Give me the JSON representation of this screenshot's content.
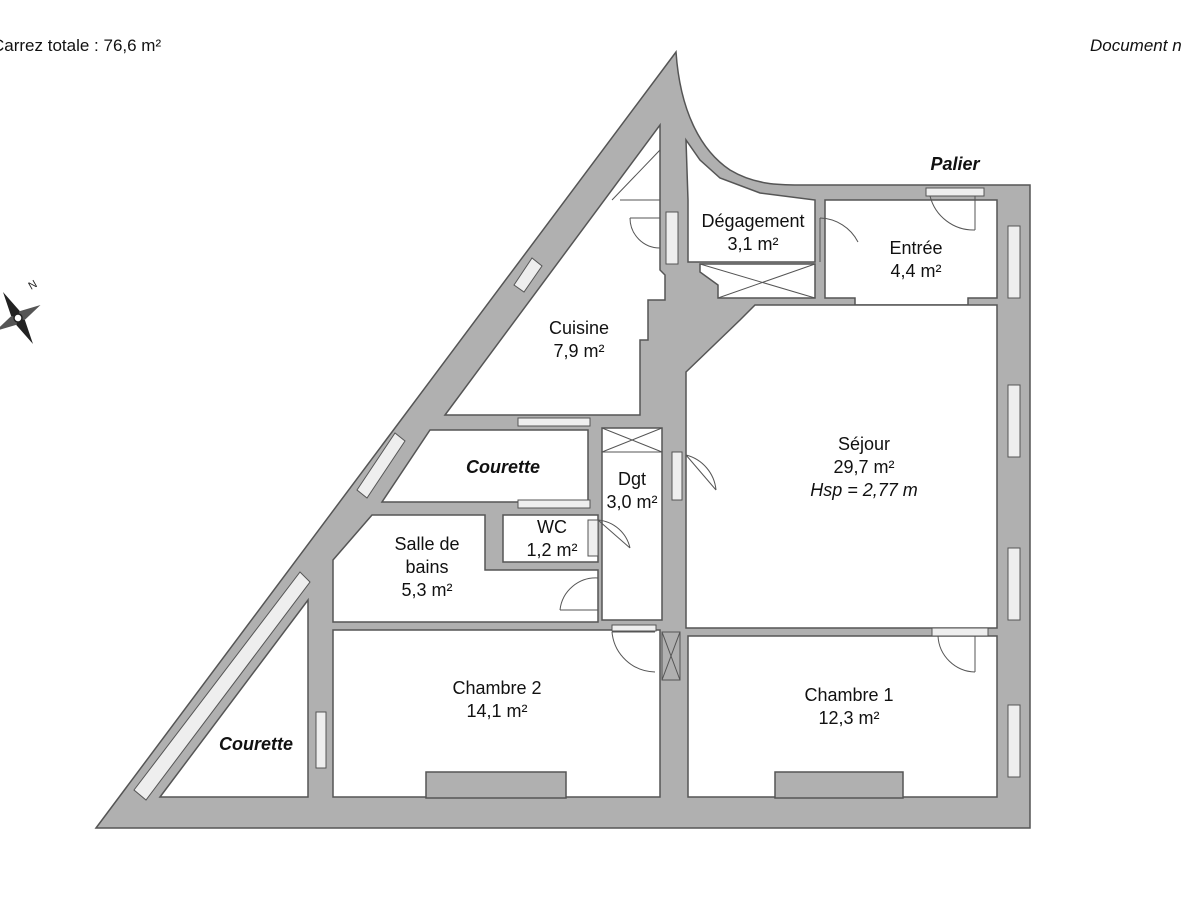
{
  "header": {
    "surface_label": "Carrez totale :",
    "surface_value": "76,6 m²",
    "document_note": "Document n"
  },
  "compass": {
    "north_label": "N"
  },
  "palier": "Palier",
  "rooms": [
    {
      "key": "degagement",
      "name": "Dégagement",
      "area": "3,1 m²"
    },
    {
      "key": "entree",
      "name": "Entrée",
      "area": "4,4 m²"
    },
    {
      "key": "cuisine",
      "name": "Cuisine",
      "area": "7,9 m²"
    },
    {
      "key": "sejour",
      "name": "Séjour",
      "area": "29,7 m²",
      "extra": "Hsp = 2,77 m"
    },
    {
      "key": "dgt",
      "name": "Dgt",
      "area": "3,0 m²"
    },
    {
      "key": "wc",
      "name": "WC",
      "area": "1,2 m²"
    },
    {
      "key": "sdb",
      "name_line1": "Salle de",
      "name_line2": "bains",
      "area": "5,3 m²"
    },
    {
      "key": "chambre2",
      "name": "Chambre 2",
      "area": "14,1 m²"
    },
    {
      "key": "chambre1",
      "name": "Chambre 1",
      "area": "12,3 m²"
    }
  ],
  "courettes": [
    "Courette",
    "Courette"
  ],
  "colors": {
    "wall": "#b0b0b0",
    "line": "#555555",
    "window": "#eeeeee"
  }
}
